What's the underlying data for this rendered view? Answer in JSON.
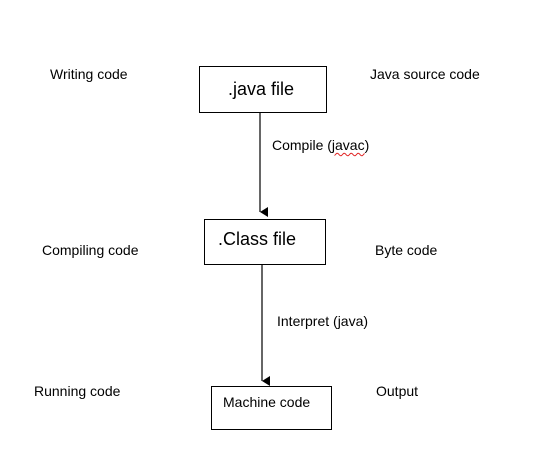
{
  "stages": [
    {
      "left_label": "Writing code",
      "box_label": ".java file",
      "right_label": "Java source code"
    },
    {
      "left_label": "Compiling code",
      "box_label": ".Class file",
      "right_label": "Byte code"
    },
    {
      "left_label": "Running code",
      "box_label": "Machine code",
      "right_label": "Output"
    }
  ],
  "transitions": [
    {
      "label_prefix": "Compile (",
      "label_tool": "javac",
      "label_suffix": ")"
    },
    {
      "label": "Interpret (java)"
    }
  ],
  "colors": {
    "line": "#000000",
    "spellcheck_underline": "#e02020"
  }
}
